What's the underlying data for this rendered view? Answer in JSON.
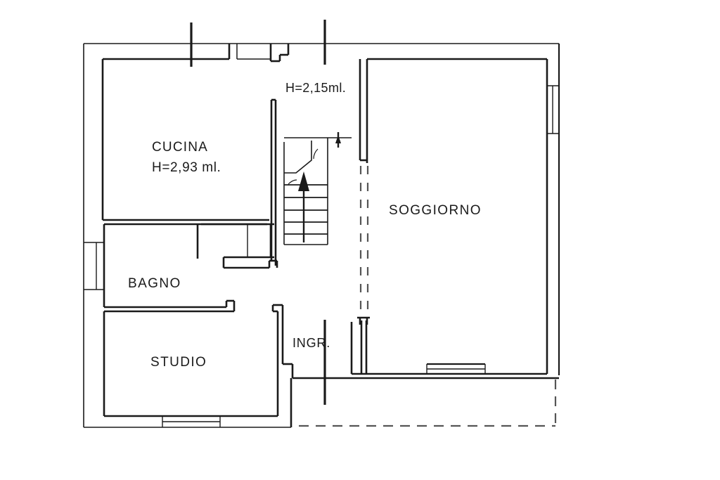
{
  "drawing": {
    "type": "architectural-floor-plan",
    "language": "it",
    "background_color": "#ffffff",
    "line_color": "#1a1a1a",
    "units_note": "ml."
  },
  "labels": {
    "cucina": "CUCINA",
    "cucina_height": "H=2,93 ml.",
    "stairwell_height": "H=2,15ml.",
    "soggiorno": "SOGGIORNO",
    "bagno": "BAGNO",
    "studio": "STUDIO",
    "ingresso": "INGR."
  },
  "rooms": [
    {
      "id": "cucina",
      "name": "CUCINA",
      "annotation": "H=2,93 ml."
    },
    {
      "id": "soggiorno",
      "name": "SOGGIORNO",
      "annotation": ""
    },
    {
      "id": "bagno",
      "name": "BAGNO",
      "annotation": ""
    },
    {
      "id": "studio",
      "name": "STUDIO",
      "annotation": ""
    },
    {
      "id": "ingresso",
      "name": "INGR.",
      "annotation": ""
    },
    {
      "id": "vano-scala",
      "name": "",
      "annotation": "H=2,15ml."
    }
  ],
  "features": {
    "staircase": {
      "direction": "up",
      "treads": 7,
      "arrow": "up-arrow"
    },
    "windows": [
      {
        "id": "window-left-bagno",
        "wall": "left",
        "orientation": "vertical"
      },
      {
        "id": "window-right-soggiorno",
        "wall": "right",
        "orientation": "vertical"
      },
      {
        "id": "window-bottom-studio",
        "wall": "bottom",
        "orientation": "horizontal"
      },
      {
        "id": "window-bottom-soggiorno",
        "wall": "bottom",
        "orientation": "horizontal"
      }
    ],
    "section_marks": 4,
    "dashed_boundary": true,
    "partition_dashed_soggiorno": true
  }
}
